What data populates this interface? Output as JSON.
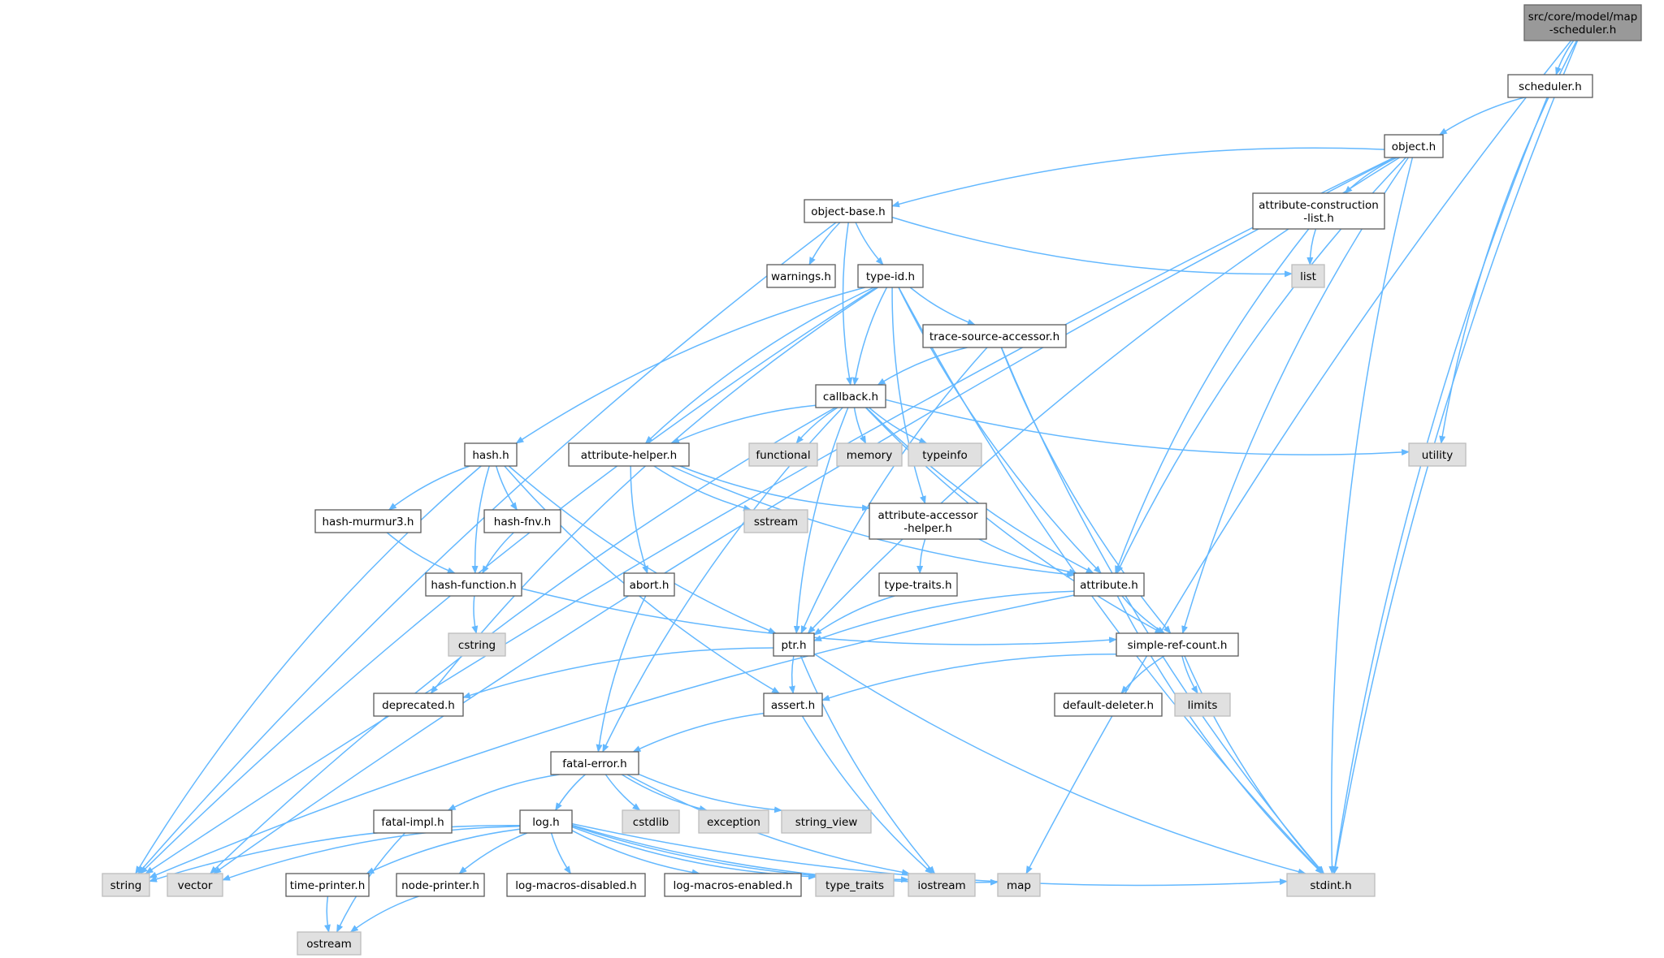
{
  "colors": {
    "edge": "#63b8ff",
    "root_fill": "#999999",
    "file_fill": "#ffffff",
    "system_fill": "#e0e0e0"
  },
  "nodes": [
    {
      "id": "root",
      "label": "src/core/model/map\n-scheduler.h",
      "kind": "root"
    },
    {
      "id": "scheduler",
      "label": "scheduler.h",
      "kind": "file"
    },
    {
      "id": "object",
      "label": "object.h",
      "kind": "file"
    },
    {
      "id": "object_base",
      "label": "object-base.h",
      "kind": "file"
    },
    {
      "id": "attr_constr",
      "label": "attribute-construction\n-list.h",
      "kind": "file"
    },
    {
      "id": "list",
      "label": "list",
      "kind": "system"
    },
    {
      "id": "warnings",
      "label": "warnings.h",
      "kind": "file"
    },
    {
      "id": "type_id",
      "label": "type-id.h",
      "kind": "file"
    },
    {
      "id": "tsa",
      "label": "trace-source-accessor.h",
      "kind": "file"
    },
    {
      "id": "callback",
      "label": "callback.h",
      "kind": "file"
    },
    {
      "id": "hash",
      "label": "hash.h",
      "kind": "file"
    },
    {
      "id": "attr_helper",
      "label": "attribute-helper.h",
      "kind": "file"
    },
    {
      "id": "functional",
      "label": "functional",
      "kind": "system"
    },
    {
      "id": "memory",
      "label": "memory",
      "kind": "system"
    },
    {
      "id": "typeinfo",
      "label": "typeinfo",
      "kind": "system"
    },
    {
      "id": "utility",
      "label": "utility",
      "kind": "system"
    },
    {
      "id": "hash_murmur",
      "label": "hash-murmur3.h",
      "kind": "file"
    },
    {
      "id": "hash_fnv",
      "label": "hash-fnv.h",
      "kind": "file"
    },
    {
      "id": "sstream",
      "label": "sstream",
      "kind": "system"
    },
    {
      "id": "attr_acc",
      "label": "attribute-accessor\n-helper.h",
      "kind": "file"
    },
    {
      "id": "hash_function",
      "label": "hash-function.h",
      "kind": "file"
    },
    {
      "id": "abort",
      "label": "abort.h",
      "kind": "file"
    },
    {
      "id": "type_traits_h",
      "label": "type-traits.h",
      "kind": "file"
    },
    {
      "id": "attribute",
      "label": "attribute.h",
      "kind": "file"
    },
    {
      "id": "cstring",
      "label": "cstring",
      "kind": "system"
    },
    {
      "id": "ptr",
      "label": "ptr.h",
      "kind": "file"
    },
    {
      "id": "src",
      "label": "simple-ref-count.h",
      "kind": "file"
    },
    {
      "id": "deprecated",
      "label": "deprecated.h",
      "kind": "file"
    },
    {
      "id": "assert",
      "label": "assert.h",
      "kind": "file"
    },
    {
      "id": "default_deleter",
      "label": "default-deleter.h",
      "kind": "file"
    },
    {
      "id": "limits",
      "label": "limits",
      "kind": "system"
    },
    {
      "id": "fatal_error",
      "label": "fatal-error.h",
      "kind": "file"
    },
    {
      "id": "fatal_impl",
      "label": "fatal-impl.h",
      "kind": "file"
    },
    {
      "id": "log",
      "label": "log.h",
      "kind": "file"
    },
    {
      "id": "cstdlib",
      "label": "cstdlib",
      "kind": "system"
    },
    {
      "id": "exception",
      "label": "exception",
      "kind": "system"
    },
    {
      "id": "string_view",
      "label": "string_view",
      "kind": "system"
    },
    {
      "id": "string",
      "label": "string",
      "kind": "system"
    },
    {
      "id": "vector",
      "label": "vector",
      "kind": "system"
    },
    {
      "id": "time_printer",
      "label": "time-printer.h",
      "kind": "file"
    },
    {
      "id": "node_printer",
      "label": "node-printer.h",
      "kind": "file"
    },
    {
      "id": "log_dis",
      "label": "log-macros-disabled.h",
      "kind": "file"
    },
    {
      "id": "log_en",
      "label": "log-macros-enabled.h",
      "kind": "file"
    },
    {
      "id": "type_traits",
      "label": "type_traits",
      "kind": "system"
    },
    {
      "id": "iostream",
      "label": "iostream",
      "kind": "system"
    },
    {
      "id": "map",
      "label": "map",
      "kind": "system"
    },
    {
      "id": "stdint",
      "label": "stdint.h",
      "kind": "system"
    },
    {
      "id": "ostream",
      "label": "ostream",
      "kind": "system"
    }
  ],
  "edges": [
    [
      "root",
      "scheduler"
    ],
    [
      "root",
      "map"
    ],
    [
      "root",
      "utility"
    ],
    [
      "root",
      "stdint"
    ],
    [
      "scheduler",
      "object"
    ],
    [
      "scheduler",
      "stdint"
    ],
    [
      "object",
      "object_base"
    ],
    [
      "object",
      "attr_constr"
    ],
    [
      "object",
      "attribute"
    ],
    [
      "object",
      "ptr"
    ],
    [
      "object",
      "src"
    ],
    [
      "object",
      "string"
    ],
    [
      "object",
      "vector"
    ],
    [
      "object",
      "stdint"
    ],
    [
      "attr_constr",
      "list"
    ],
    [
      "attr_constr",
      "attribute"
    ],
    [
      "object_base",
      "warnings"
    ],
    [
      "object_base",
      "type_id"
    ],
    [
      "object_base",
      "callback"
    ],
    [
      "object_base",
      "list"
    ],
    [
      "object_base",
      "string"
    ],
    [
      "type_id",
      "tsa"
    ],
    [
      "type_id",
      "callback"
    ],
    [
      "type_id",
      "hash"
    ],
    [
      "type_id",
      "attr_helper"
    ],
    [
      "type_id",
      "attr_acc"
    ],
    [
      "type_id",
      "attribute"
    ],
    [
      "type_id",
      "deprecated"
    ],
    [
      "type_id",
      "string"
    ],
    [
      "type_id",
      "stdint"
    ],
    [
      "tsa",
      "callback"
    ],
    [
      "tsa",
      "ptr"
    ],
    [
      "tsa",
      "src"
    ],
    [
      "tsa",
      "stdint"
    ],
    [
      "callback",
      "attr_helper"
    ],
    [
      "callback",
      "functional"
    ],
    [
      "callback",
      "memory"
    ],
    [
      "callback",
      "typeinfo"
    ],
    [
      "callback",
      "utility"
    ],
    [
      "callback",
      "attribute"
    ],
    [
      "callback",
      "ptr"
    ],
    [
      "callback",
      "src"
    ],
    [
      "callback",
      "fatal_error"
    ],
    [
      "callback",
      "vector"
    ],
    [
      "hash",
      "hash_murmur"
    ],
    [
      "hash",
      "hash_fnv"
    ],
    [
      "hash",
      "hash_function"
    ],
    [
      "hash",
      "ptr"
    ],
    [
      "hash",
      "assert"
    ],
    [
      "hash",
      "string"
    ],
    [
      "hash_murmur",
      "hash_function"
    ],
    [
      "hash_fnv",
      "hash_function"
    ],
    [
      "hash_function",
      "cstring"
    ],
    [
      "hash_function",
      "src"
    ],
    [
      "attr_helper",
      "abort"
    ],
    [
      "attr_helper",
      "sstream"
    ],
    [
      "attr_helper",
      "attr_acc"
    ],
    [
      "attr_helper",
      "attribute"
    ],
    [
      "attr_acc",
      "type_traits_h"
    ],
    [
      "attr_acc",
      "attribute"
    ],
    [
      "type_traits_h",
      "ptr"
    ],
    [
      "abort",
      "fatal_error"
    ],
    [
      "attribute",
      "ptr"
    ],
    [
      "attribute",
      "src"
    ],
    [
      "attribute",
      "string"
    ],
    [
      "attribute",
      "stdint"
    ],
    [
      "ptr",
      "deprecated"
    ],
    [
      "ptr",
      "assert"
    ],
    [
      "ptr",
      "iostream"
    ],
    [
      "ptr",
      "stdint"
    ],
    [
      "src",
      "assert"
    ],
    [
      "src",
      "default_deleter"
    ],
    [
      "src",
      "limits"
    ],
    [
      "src",
      "stdint"
    ],
    [
      "assert",
      "fatal_error"
    ],
    [
      "assert",
      "iostream"
    ],
    [
      "fatal_error",
      "fatal_impl"
    ],
    [
      "fatal_error",
      "log"
    ],
    [
      "fatal_error",
      "cstdlib"
    ],
    [
      "fatal_error",
      "exception"
    ],
    [
      "fatal_error",
      "string_view"
    ],
    [
      "fatal_error",
      "iostream"
    ],
    [
      "fatal_impl",
      "ostream"
    ],
    [
      "log",
      "string"
    ],
    [
      "log",
      "vector"
    ],
    [
      "log",
      "time_printer"
    ],
    [
      "log",
      "node_printer"
    ],
    [
      "log",
      "log_dis"
    ],
    [
      "log",
      "log_en"
    ],
    [
      "log",
      "type_traits"
    ],
    [
      "log",
      "iostream"
    ],
    [
      "log",
      "map"
    ],
    [
      "log",
      "stdint"
    ],
    [
      "time_printer",
      "ostream"
    ],
    [
      "node_printer",
      "ostream"
    ]
  ]
}
